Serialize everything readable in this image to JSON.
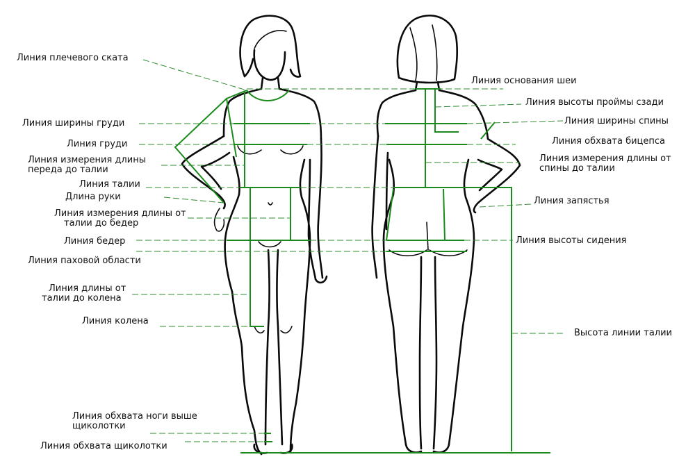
{
  "colors": {
    "measure": "#1a8a1a",
    "guide": "#2e8b2e",
    "figure": "#0a0a0a"
  },
  "labels": {
    "shoulder_slope": "Линия плечевого ската",
    "chest_width": "Линия ширины груди",
    "bust": "Линия груди",
    "front_length_l1": "Линия измерения длины",
    "front_length_l2": "переда до талии",
    "waist": "Линия талии",
    "arm_length": "Длина руки",
    "waist_hip_l1": "Линия измерения длины от",
    "waist_hip_l2": "талии до бедер",
    "hip": "Линия бедер",
    "crotch": "Линия паховой области",
    "waist_knee_l1": "Линия длины от",
    "waist_knee_l2": "талии до колена",
    "knee": "Линия колена",
    "calf_l1": "Линия обхвата ноги выше",
    "calf_l2": "щиколотки",
    "ankle": "Линия обхвата щиколотки",
    "neck_base": "Линия основания шеи",
    "armhole_back": "Линия высоты проймы сзади",
    "back_width": "Линия ширины спины",
    "bicep": "Линия обхвата бицепса",
    "back_length_l1": "Линия измерения длины от",
    "back_length_l2": "спины до талии",
    "wrist": "Линия запястья",
    "seat_height": "Линия высоты сидения",
    "waist_height": "Высота линии талии"
  }
}
